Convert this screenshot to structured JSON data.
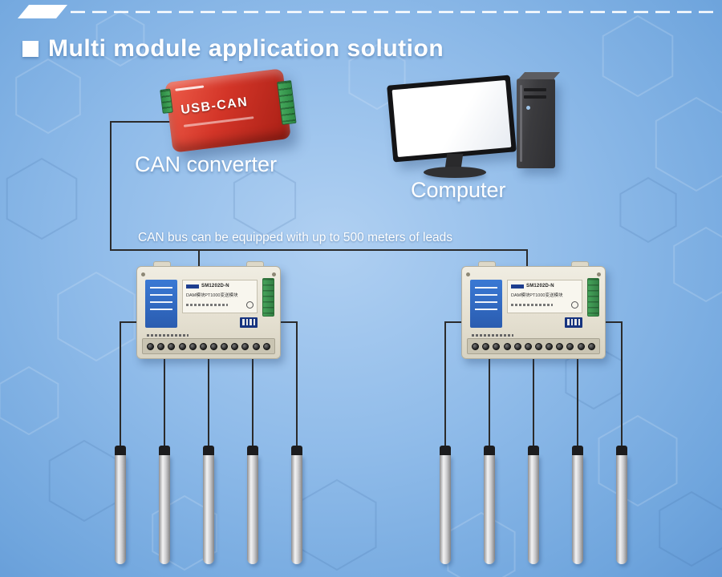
{
  "header": {
    "title": "Multi module application solution"
  },
  "diagram": {
    "converter": {
      "device_label": "USB-CAN",
      "caption": "CAN converter"
    },
    "computer": {
      "caption": "Computer"
    },
    "bus_note": "CAN bus can be equipped with up to 500 meters of leads",
    "module": {
      "model": "SM1202D-N",
      "desc": "DAM模块PT1000变送模块"
    },
    "colors": {
      "background_blue": "#8fbbe9",
      "converter_red": "#d33528",
      "terminal_green": "#3f9d4f",
      "panel_blue": "#2f6fd0",
      "module_beige": "#e8e4d6",
      "line_dark": "#2b2b2b",
      "text_white": "#ffffff"
    }
  }
}
